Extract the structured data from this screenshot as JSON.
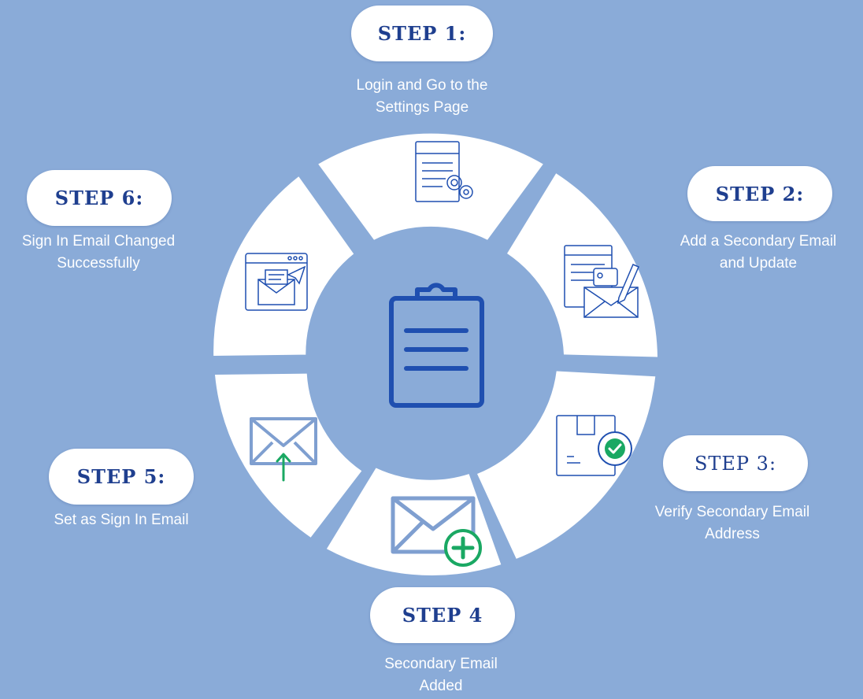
{
  "steps": [
    {
      "label": "STEP 1:",
      "lines": [
        "Login and Go to the",
        "Settings Page"
      ],
      "icon": "document-settings-icon"
    },
    {
      "label": "STEP 2:",
      "lines": [
        "Add a Secondary Email",
        "and Update"
      ],
      "icon": "email-edit-icon"
    },
    {
      "label": "STEP 3:",
      "lines": [
        "Verify Secondary Email",
        "Address"
      ],
      "icon": "verified-package-icon"
    },
    {
      "label": "STEP 4",
      "lines": [
        "Secondary Email",
        "Added"
      ],
      "icon": "email-add-icon"
    },
    {
      "label": "STEP 5:",
      "lines": [
        "Set as Sign In Email"
      ],
      "icon": "email-upload-icon"
    },
    {
      "label": "STEP 6:",
      "lines": [
        "Sign In Email Changed",
        "Successfully"
      ],
      "icon": "email-sent-window-icon"
    }
  ],
  "center_icon": "clipboard-icon",
  "colors": {
    "background": "#8aabd8",
    "segment": "#ffffff",
    "pill_text": "#1f3f8f",
    "icon_blue": "#1f4fb0",
    "icon_light": "#7f9fd0",
    "check_green": "#1aa863"
  }
}
